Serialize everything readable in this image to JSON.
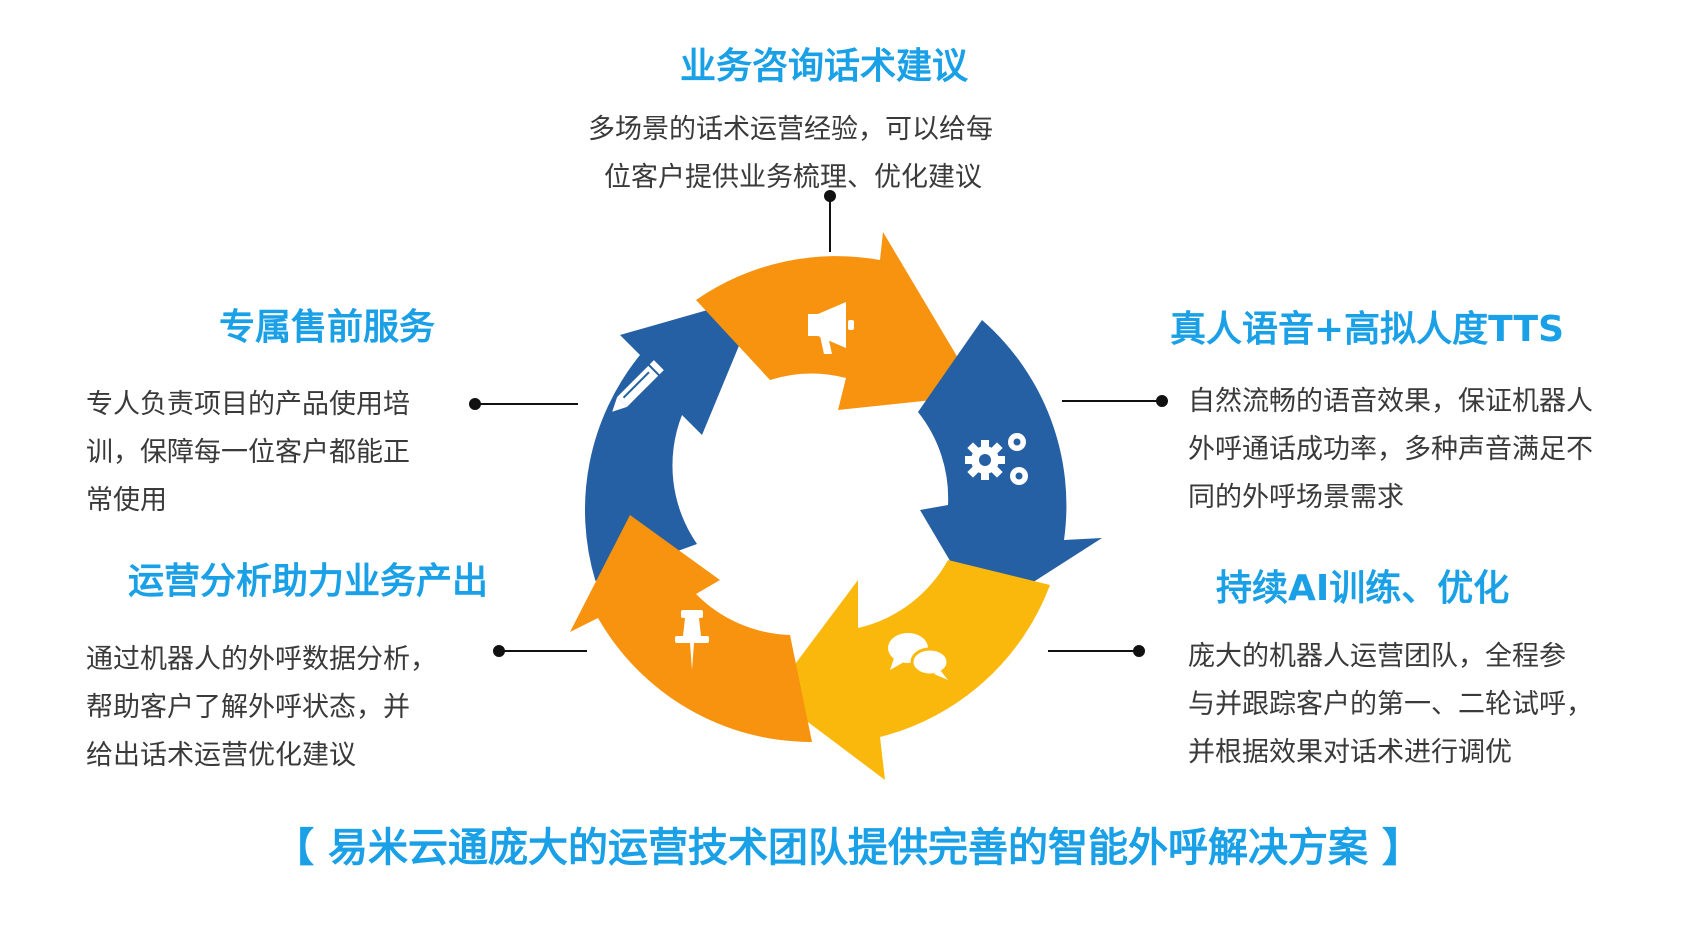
{
  "colors": {
    "title": "#1aa0e6",
    "text": "#3a3a3a",
    "arrow_orange": "#f7930f",
    "arrow_blue": "#2660a4",
    "arrow_yellow": "#fbb80c",
    "icon": "#ffffff"
  },
  "sections": {
    "top": {
      "title": "业务咨询话术建议",
      "lines": [
        "多场景的话术运营经验，可以给每",
        "位客户提供业务梳理、优化建议"
      ],
      "icon": "megaphone-icon"
    },
    "right_top": {
      "title": "真人语音+高拟人度TTS",
      "lines": [
        "自然流畅的语音效果，保证机器人",
        "外呼通话成功率，多种声音满足不",
        "同的外呼场景需求"
      ],
      "icon": "gears-icon"
    },
    "right_bottom": {
      "title": "持续AI训练、优化",
      "lines": [
        "庞大的机器人运营团队，全程参",
        "与并跟踪客户的第一、二轮试呼，",
        "并根据效果对话术进行调优"
      ],
      "icon": "chat-bubbles-icon"
    },
    "left_bottom": {
      "title": "运营分析助力业务产出",
      "lines": [
        "通过机器人的外呼数据分析，",
        "帮助客户了解外呼状态，并",
        "给出话术运营优化建议"
      ],
      "icon": "pushpin-icon"
    },
    "left_top": {
      "title": "专属售前服务",
      "lines": [
        "专人负责项目的产品使用培",
        "训，保障每一位客户都能正",
        "常使用"
      ],
      "icon": "pencil-icon"
    }
  },
  "footer": "【 易米云通庞大的运营技术团队提供完善的智能外呼解决方案 】"
}
